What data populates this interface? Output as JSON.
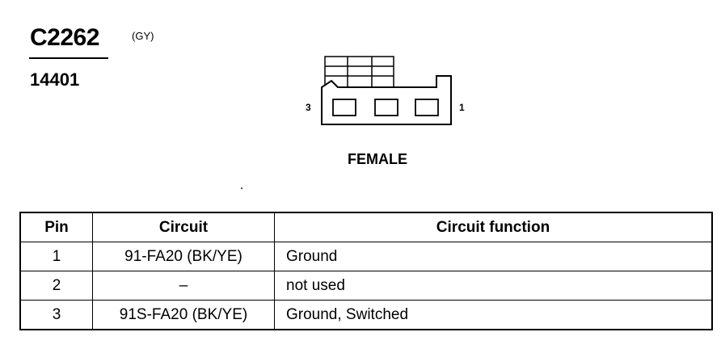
{
  "connector": {
    "id": "C2262",
    "color_code": "(GY)",
    "part_number": "14401"
  },
  "diagram": {
    "pin_left": "3",
    "pin_right": "1",
    "view": "FEMALE"
  },
  "table": {
    "headers": [
      "Pin",
      "Circuit",
      "Circuit function"
    ],
    "rows": [
      {
        "pin": "1",
        "circuit": "91-FA20 (BK/YE)",
        "function": "Ground"
      },
      {
        "pin": "2",
        "circuit": "–",
        "function": "not used"
      },
      {
        "pin": "3",
        "circuit": "91S-FA20 (BK/YE)",
        "function": "Ground, Switched"
      }
    ]
  }
}
